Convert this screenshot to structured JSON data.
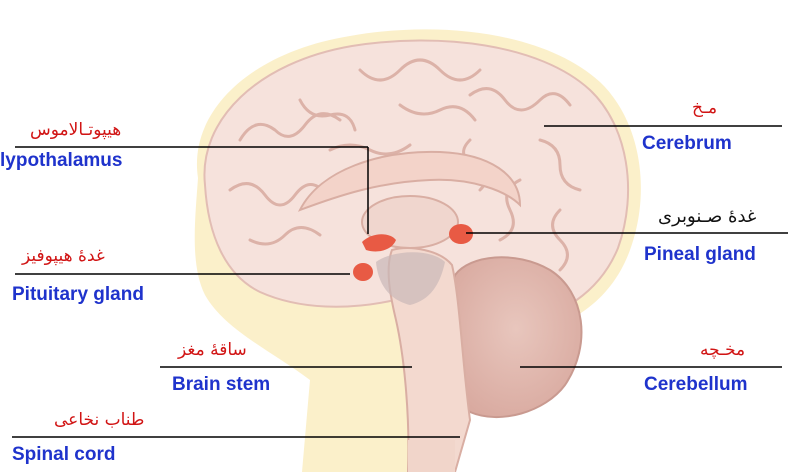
{
  "labels": {
    "cerebrum": {
      "en": "Cerebrum",
      "fa": "مـخ"
    },
    "hypothalamus": {
      "en": "lypothalamus",
      "fa": "هیپوتـالاموس"
    },
    "pineal": {
      "en": "Pineal gland",
      "fa": "غدۀ صـنوبری"
    },
    "pituitary": {
      "en": "Pituitary gland",
      "fa": "غدۀ هیپوفیز"
    },
    "brainstem": {
      "en": "Brain stem",
      "fa": "ساقۀ مغز"
    },
    "cerebellum": {
      "en": "Cerebellum",
      "fa": "مخـچه"
    },
    "spinal": {
      "en": "Spinal cord",
      "fa": "طناب نخاعی"
    }
  },
  "colors": {
    "english_label": "#1f33cc",
    "persian_label": "#d11414",
    "pineal_persian_label": "#111111",
    "brain_tissue": "#f6e2dc",
    "gland": "#e85a44"
  }
}
